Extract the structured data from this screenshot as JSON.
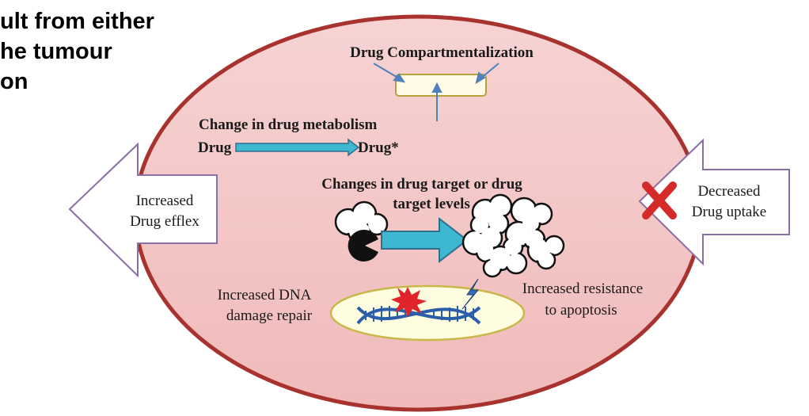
{
  "heading": {
    "lines": [
      "ult from either",
      "he tumour",
      "on"
    ]
  },
  "diagram": {
    "compartment": "Drug Compartmentalization",
    "metabolism": "Change in drug metabolism",
    "drug_left": "Drug",
    "drug_right": "Drug*",
    "target_line1": "Changes in drug target or drug",
    "target_line2": "target levels",
    "efflux_line1": "Increased",
    "efflux_line2": "Drug efflex",
    "uptake_line1": "Decreased",
    "uptake_line2": "Drug uptake",
    "dna_line1": "Increased DNA",
    "dna_line2": "damage repair",
    "apoptosis_line1": "Increased resistance",
    "apoptosis_line2": "to apoptosis"
  },
  "colors": {
    "cell_fill": "#f4c5c5",
    "cell_stroke": "#a8332e",
    "arrow_fill": "#3eb7d0",
    "arrow_stroke": "#2e6f8e",
    "compartment_stroke": "#b5a23c",
    "dna_fill": "#fffde0",
    "dna_stroke": "#c8b84a",
    "cross": "#d42a2a"
  },
  "icons": [
    "cell-icon",
    "blocked-cross-icon",
    "dna-helix-icon",
    "damage-burst-icon",
    "lightning-icon",
    "cloud-icon",
    "pacman-icon"
  ]
}
